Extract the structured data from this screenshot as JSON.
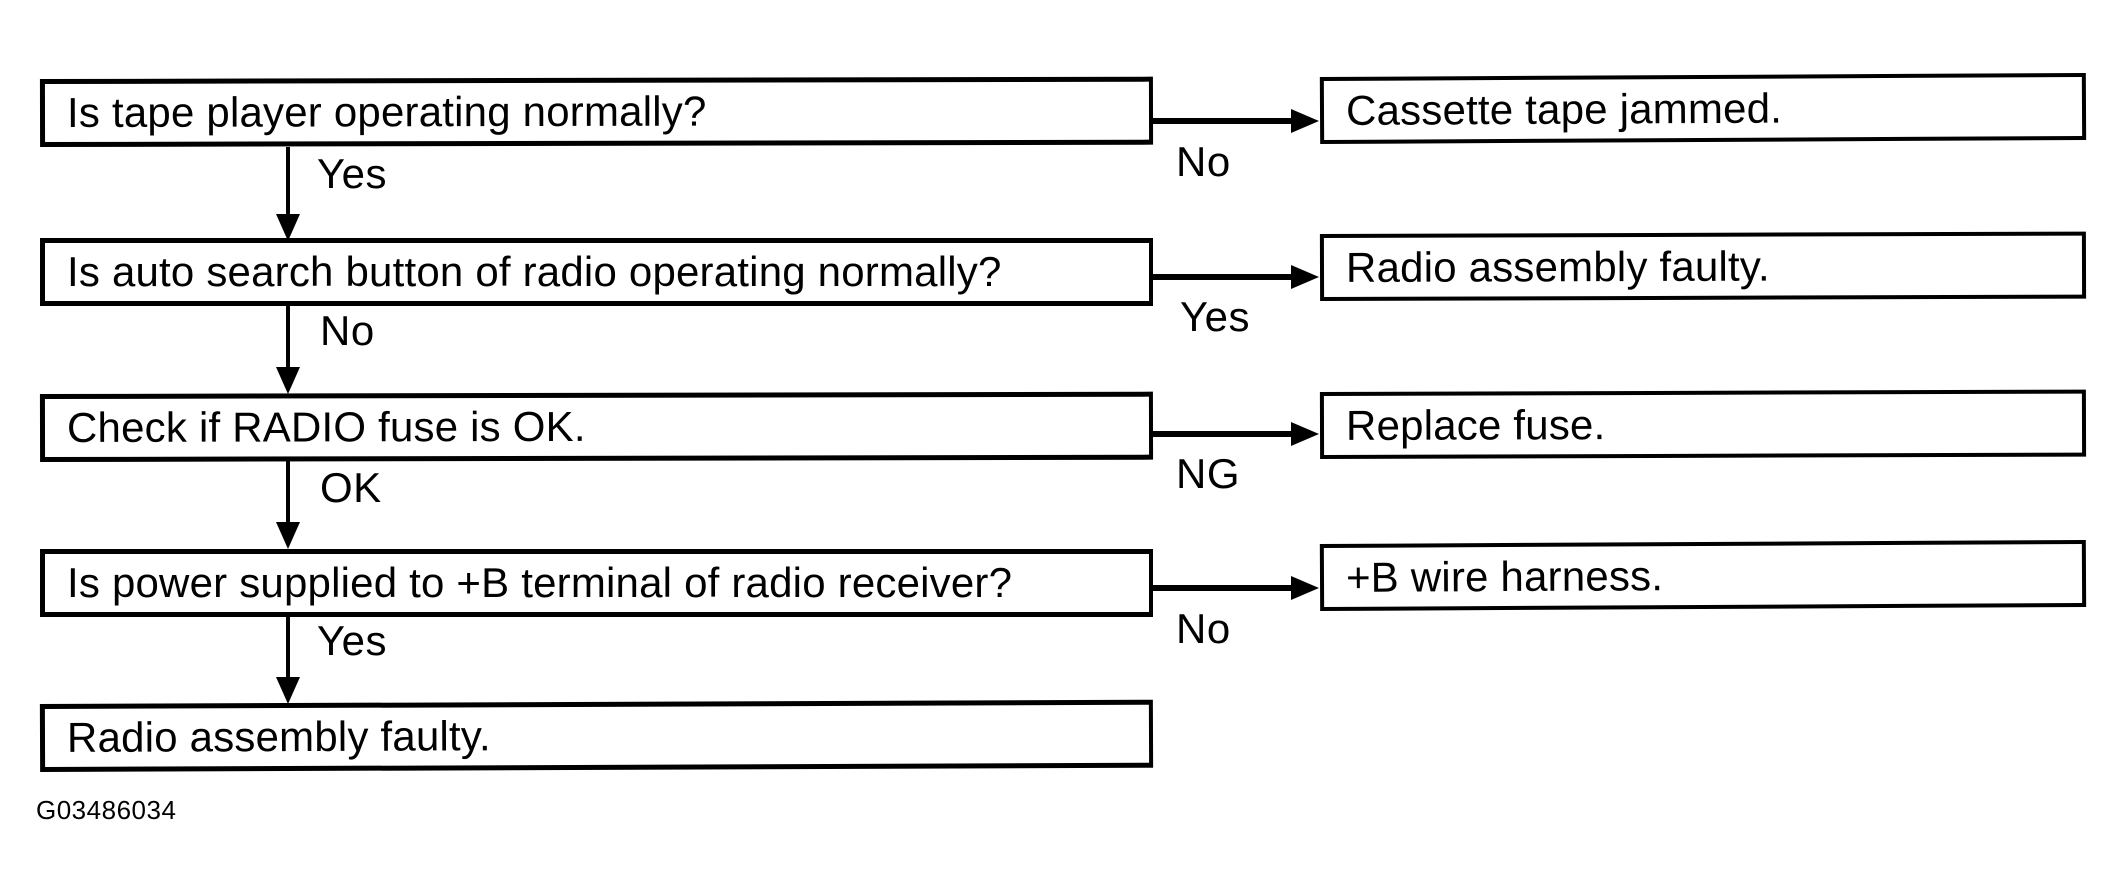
{
  "colors": {
    "ink": "#000000",
    "paper": "#ffffff"
  },
  "flowchart": {
    "figure_id": "G03486034",
    "steps": [
      {
        "question": "Is tape player operating normally?",
        "down_label": "Yes",
        "branch_label": "No",
        "branch_result": "Cassette tape jammed."
      },
      {
        "question": "Is auto search button of radio operating normally?",
        "down_label": "No",
        "branch_label": "Yes",
        "branch_result": "Radio assembly faulty."
      },
      {
        "question": "Check if RADIO fuse is OK.",
        "down_label": "OK",
        "branch_label": "NG",
        "branch_result": "Replace fuse."
      },
      {
        "question": "Is power supplied to +B terminal of radio receiver?",
        "down_label": "Yes",
        "branch_label": "No",
        "branch_result": "+B wire harness."
      }
    ],
    "final_result": "Radio assembly faulty."
  }
}
